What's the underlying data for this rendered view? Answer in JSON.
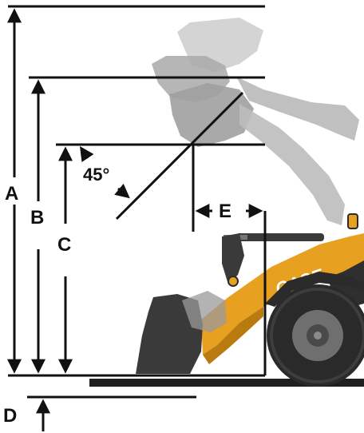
{
  "labels": {
    "a": "A",
    "b": "B",
    "c": "C",
    "d": "D",
    "e": "E",
    "angle": "45°"
  },
  "brand": {
    "logo_text": "CASE",
    "body_color": "#E8A020",
    "dark_color": "#3a3a3a",
    "ghost_color": "#b8b8b8"
  },
  "icons": {
    "machine": "wheel-loader-illustration",
    "arrows": "dimension-arrow-icon"
  }
}
